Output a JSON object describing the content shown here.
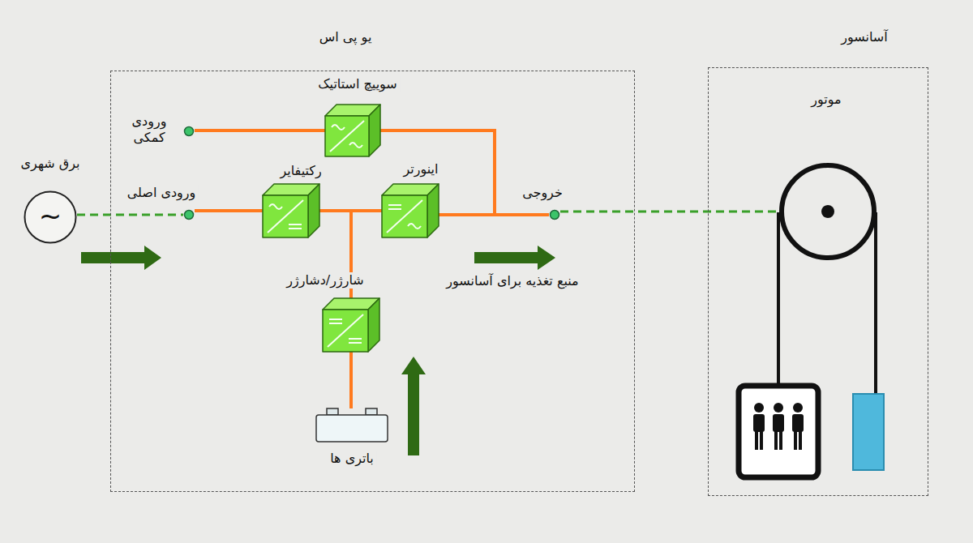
{
  "diagram": {
    "nodes": [
      {
        "text": [
          "یو پی اس"
        ]
      },
      {
        "text": [
          "سوییچ استاتیک"
        ],
        "in": 0
      },
      {
        "text": [
          "ورودی کمکی"
        ],
        "in": 0
      },
      {
        "text": [
          "رکتیفایر"
        ],
        "in": 0
      },
      {
        "text": [
          "اینورتر"
        ],
        "in": 0
      },
      {
        "text": [
          "ورودی اصلی"
        ],
        "in": 0
      },
      {
        "text": [
          "خروجی"
        ],
        "in": 0
      },
      {
        "text": [
          "شارژر/دشارژر"
        ],
        "in": 0
      },
      {
        "text": [
          "باتری ها"
        ],
        "in": 0
      },
      {
        "text": [
          "برق شهری",
          "~"
        ]
      },
      {
        "text": [
          "آسانسور"
        ]
      },
      {
        "text": [
          "موتور"
        ],
        "in": 10
      }
    ],
    "edges": [
      {
        "from": 9,
        "to": 5,
        "arrow": "none"
      },
      {
        "from": 5,
        "to": 3,
        "arrow": "none"
      },
      {
        "from": 2,
        "to": 1,
        "arrow": "none"
      },
      {
        "from": 1,
        "to": 6,
        "arrow": "none"
      },
      {
        "from": 3,
        "to": 4,
        "arrow": "none"
      },
      {
        "from": 4,
        "to": 6,
        "arrow": "none"
      },
      {
        "from": 3,
        "to": 7,
        "arrow": "none"
      },
      {
        "from": 7,
        "to": 4,
        "arrow": "none"
      },
      {
        "from": 7,
        "to": 8,
        "arrow": "none"
      },
      {
        "from": 6,
        "to": 11,
        "arrow": "none"
      }
    ],
    "labels": [
      "منبع تغذیه برای آسانسور"
    ]
  }
}
